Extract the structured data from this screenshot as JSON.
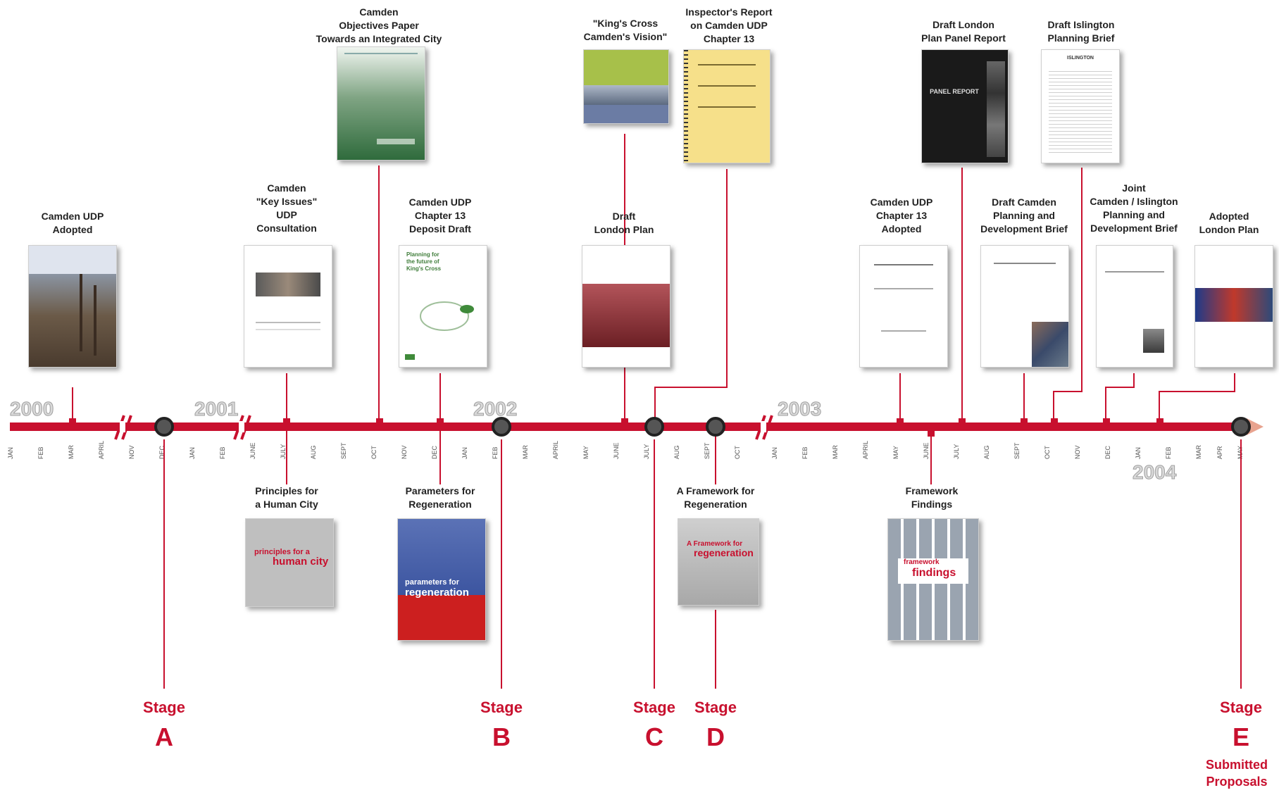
{
  "years": [
    "2000",
    "2001",
    "2002",
    "2003",
    "2004"
  ],
  "months": [
    "JAN",
    "FEB",
    "MAR",
    "APRIL",
    "NOV",
    "DEC",
    "JAN",
    "FEB",
    "JUNE",
    "JULY",
    "AUG",
    "SEPT",
    "OCT",
    "NOV",
    "DEC",
    "JAN",
    "FEB",
    "MAR",
    "APRIL",
    "MAY",
    "JUNE",
    "JULY",
    "AUG",
    "SEPT",
    "OCT",
    "JAN",
    "FEB",
    "MAR",
    "APRIL",
    "MAY",
    "JUNE",
    "JULY",
    "AUG",
    "SEPT",
    "OCT",
    "NOV",
    "DEC",
    "JAN",
    "FEB",
    "MAR",
    "APR",
    "MAY"
  ],
  "documents": {
    "udp_adopted": "Camden UDP\nAdopted",
    "key_issues": "Camden\n\"Key Issues\"\nUDP\nConsultation",
    "objectives_paper": "Camden\nObjectives Paper\nTowards an Integrated City",
    "deposit_draft": "Camden UDP\nChapter 13\nDeposit Draft",
    "kings_cross_vision": "\"King's Cross\nCamden's Vision\"",
    "inspectors_report": "Inspector's Report\non Camden UDP\nChapter 13",
    "draft_london_plan": "Draft\nLondon Plan",
    "ch13_adopted": "Camden UDP\nChapter 13\nAdopted",
    "panel_report": "Draft London\nPlan Panel Report",
    "islington_brief": "Draft Islington\nPlanning Brief",
    "camden_brief": "Draft Camden\nPlanning and\nDevelopment Brief",
    "joint_brief": "Joint\nCamden / Islington\nPlanning and\nDevelopment Brief",
    "adopted_london_plan": "Adopted\nLondon Plan",
    "principles": "Principles for\na Human City",
    "parameters": "Parameters for\nRegeneration",
    "framework": "A Framework for\nRegeneration",
    "framework_findings": "Framework\nFindings"
  },
  "covers": {
    "principles_title_1": "principles for a",
    "principles_title_2": "human city",
    "parameters_title_1": "parameters for",
    "parameters_title_2": "regeneration",
    "framework_title_1": "A Framework for",
    "framework_title_2": "regeneration",
    "findings_title_1": "framework",
    "findings_title_2": "findings",
    "panel_report_title": "PANEL REPORT",
    "deposit_title": "Planning for\nthe future of\nKing's Cross",
    "islington_logo": "ISLINGTON"
  },
  "stages": {
    "word": "Stage",
    "a": "A",
    "b": "B",
    "c": "C",
    "d": "D",
    "e": "E",
    "e_note": "Submitted\nProposals"
  },
  "colors": {
    "accent": "#c8102e",
    "year_text": "#a0a0a0",
    "milestone_fill": "#555555"
  }
}
